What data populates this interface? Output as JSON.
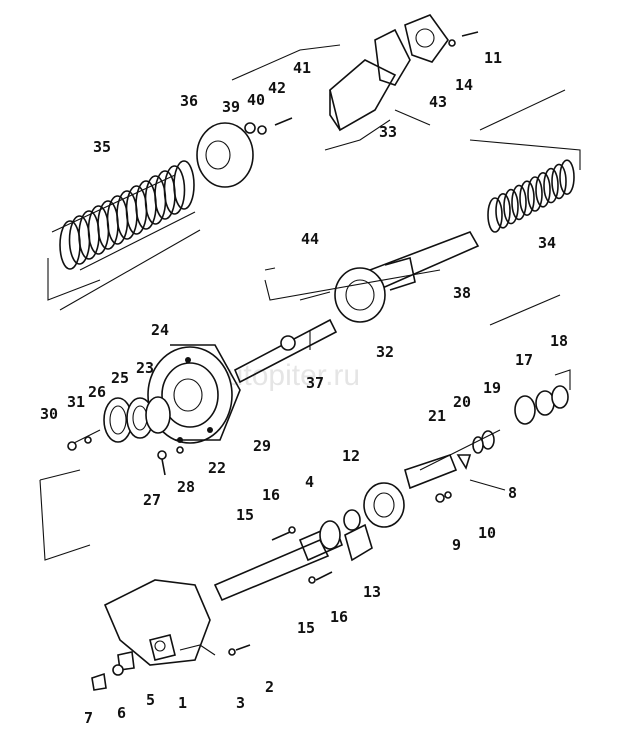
{
  "watermark": "autopiter.ru",
  "callouts": {
    "c1": "1",
    "c2": "2",
    "c3": "3",
    "c4": "4",
    "c5": "5",
    "c6": "6",
    "c7": "7",
    "c8": "8",
    "c9": "9",
    "c10": "10",
    "c11": "11",
    "c12": "12",
    "c13": "13",
    "c14": "14",
    "c15a": "15",
    "c15b": "15",
    "c16a": "16",
    "c16b": "16",
    "c17": "17",
    "c18": "18",
    "c19": "19",
    "c20": "20",
    "c21": "21",
    "c22": "22",
    "c23": "23",
    "c24": "24",
    "c25": "25",
    "c26": "26",
    "c27": "27",
    "c28": "28",
    "c29": "29",
    "c30": "30",
    "c31": "31",
    "c32": "32",
    "c33": "33",
    "c34": "34",
    "c35": "35",
    "c36": "36",
    "c37": "37",
    "c38": "38",
    "c39": "39",
    "c40": "40",
    "c41": "41",
    "c42": "42",
    "c43": "43",
    "c44": "44"
  }
}
